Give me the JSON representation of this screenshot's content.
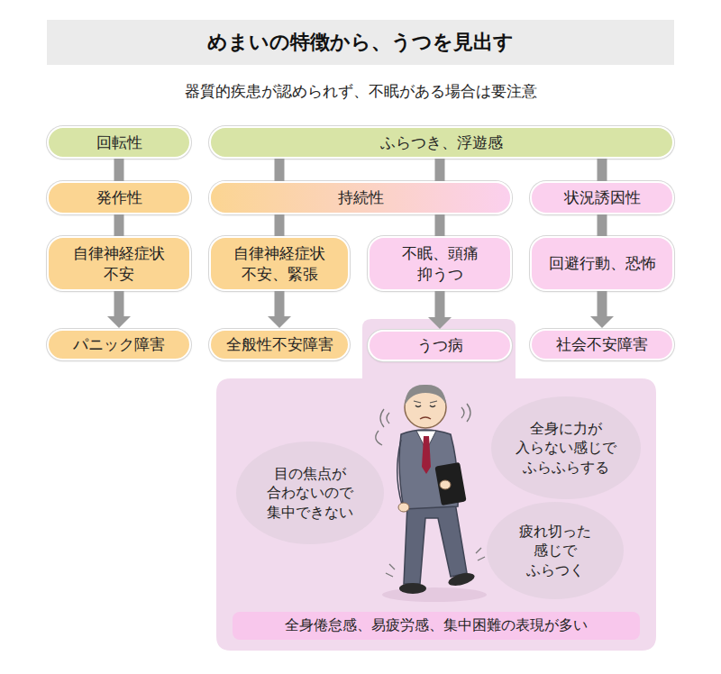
{
  "diagram": {
    "title": "めまいの特徴から、うつを見出す",
    "nodes": [
      {
        "text": [
          "回転性"
        ]
      },
      {
        "text": [
          "ふらつき、浮遊感"
        ]
      },
      {
        "text": [
          "発作性"
        ]
      },
      {
        "text": [
          "持続性"
        ]
      },
      {
        "text": [
          "状況誘因性"
        ]
      },
      {
        "text": [
          "自律神経症状 不安"
        ]
      },
      {
        "text": [
          "自律神経症状 不安、緊張"
        ]
      },
      {
        "text": [
          "不眠、頭痛 抑うつ"
        ]
      },
      {
        "text": [
          "回避行動、恐怖"
        ]
      },
      {
        "text": [
          "パニック障害"
        ]
      },
      {
        "text": [
          "全般性不安障害"
        ]
      },
      {
        "text": []
      },
      {
        "text": [
          "うつ病"
        ],
        "in": 11
      },
      {
        "text": [
          "社会不安障害"
        ]
      },
      {
        "text": [
          "目の焦点が 合わないので 集中できない"
        ],
        "in": 11
      },
      {
        "text": [
          "全身に力が 入らない感じで ふらふらする"
        ],
        "in": 11
      },
      {
        "text": [
          "疲れ切った 感じで ふらつく"
        ],
        "in": 11
      },
      {
        "text": [
          "全身倦怠感、易疲労感、集中困難の表現が多い"
        ],
        "in": 11
      }
    ],
    "edges": [
      {
        "from": 0,
        "to": 2,
        "arrow": "none"
      },
      {
        "from": 2,
        "to": 5,
        "arrow": "none"
      },
      {
        "from": 5,
        "to": 9,
        "arrow": "to"
      },
      {
        "from": 1,
        "to": 3,
        "arrow": "none"
      },
      {
        "from": 1,
        "to": 3,
        "arrow": "none"
      },
      {
        "from": 1,
        "to": 4,
        "arrow": "none"
      },
      {
        "from": 3,
        "to": 6,
        "arrow": "none"
      },
      {
        "from": 3,
        "to": 7,
        "arrow": "none"
      },
      {
        "from": 4,
        "to": 8,
        "arrow": "none"
      },
      {
        "from": 6,
        "to": 10,
        "arrow": "to"
      },
      {
        "from": 7,
        "to": 12,
        "arrow": "to"
      },
      {
        "from": 8,
        "to": 13,
        "arrow": "to"
      }
    ],
    "labels": [
      "器質的疾患が認められず、不眠がある場合は要注意"
    ]
  }
}
